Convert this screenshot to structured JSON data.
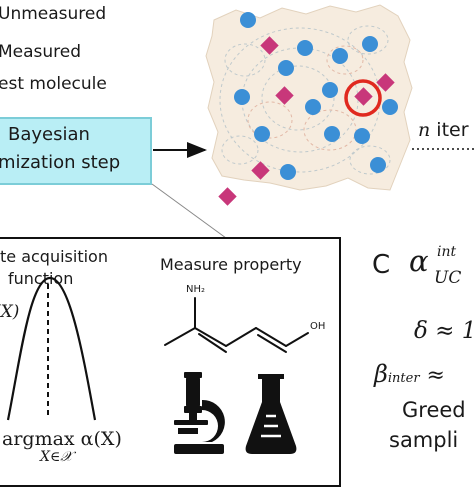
{
  "legend": {
    "unmeasured": "Unmeasured",
    "measured": "Measured",
    "best": "est molecule"
  },
  "opt_step": {
    "line1": "Bayesian",
    "line2": "mization step"
  },
  "iter_label": {
    "n": "n",
    "rest": "iter"
  },
  "acq": {
    "title_line1": "te acquisition",
    "title_line2": "function",
    "alpha_fragment": "(X)",
    "formula_main": "argmax α(X)",
    "formula_sub": "X∈𝒳"
  },
  "measure": {
    "title": "Measure property",
    "nh2": "NH₂",
    "oh": "OH"
  },
  "panel_c": {
    "letter": "C",
    "alpha": "α",
    "alpha_sup": "int",
    "alpha_sub": "UC",
    "delta": "δ ≈ 1",
    "beta": "β",
    "beta_sub": "inter",
    "beta_rest": " ≈",
    "greedy_line1": "Greed",
    "greedy_line2": "sampli"
  },
  "colors": {
    "landscape_bg": "#f6ecdf",
    "measured_dot": "#3b8fd6",
    "best_diamond": "#c8377a",
    "highlight_ring": "#e0291f",
    "opt_box_fill": "#b9eef5"
  }
}
